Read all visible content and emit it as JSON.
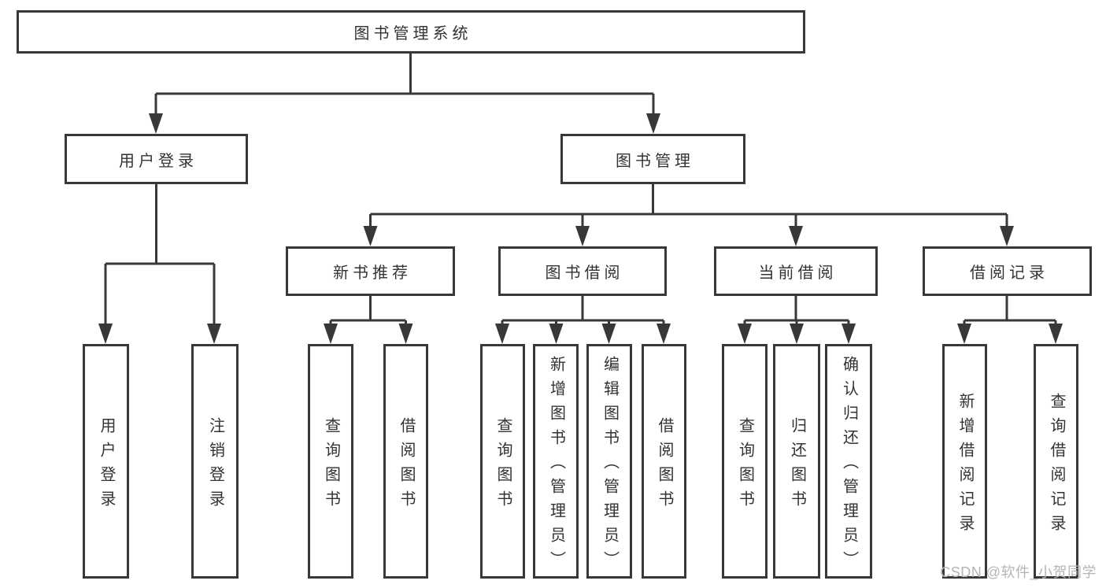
{
  "diagram": {
    "title": "图书管理系统",
    "level2": [
      {
        "label": "用户登录"
      },
      {
        "label": "图书管理"
      }
    ],
    "level3": [
      {
        "label": "新书推荐"
      },
      {
        "label": "图书借阅"
      },
      {
        "label": "当前借阅"
      },
      {
        "label": "借阅记录"
      }
    ],
    "leaves": {
      "userLogin": [
        "用户登录",
        "注销登录"
      ],
      "newBook": [
        "查询图书",
        "借阅图书"
      ],
      "bookBorrow": [
        "查询图书",
        "新增图书（管理员）",
        "编辑图书（管理员）",
        "借阅图书"
      ],
      "currentBorrow": [
        "查询图书",
        "归还图书",
        "确认归还（管理员）"
      ],
      "records": [
        "新增借阅记录",
        "查询借阅记录"
      ]
    }
  },
  "watermark": "CSDN @软件_小贺同学",
  "colors": {
    "line": "#383838",
    "text": "#333333",
    "watermark": "#b5b5b5"
  }
}
